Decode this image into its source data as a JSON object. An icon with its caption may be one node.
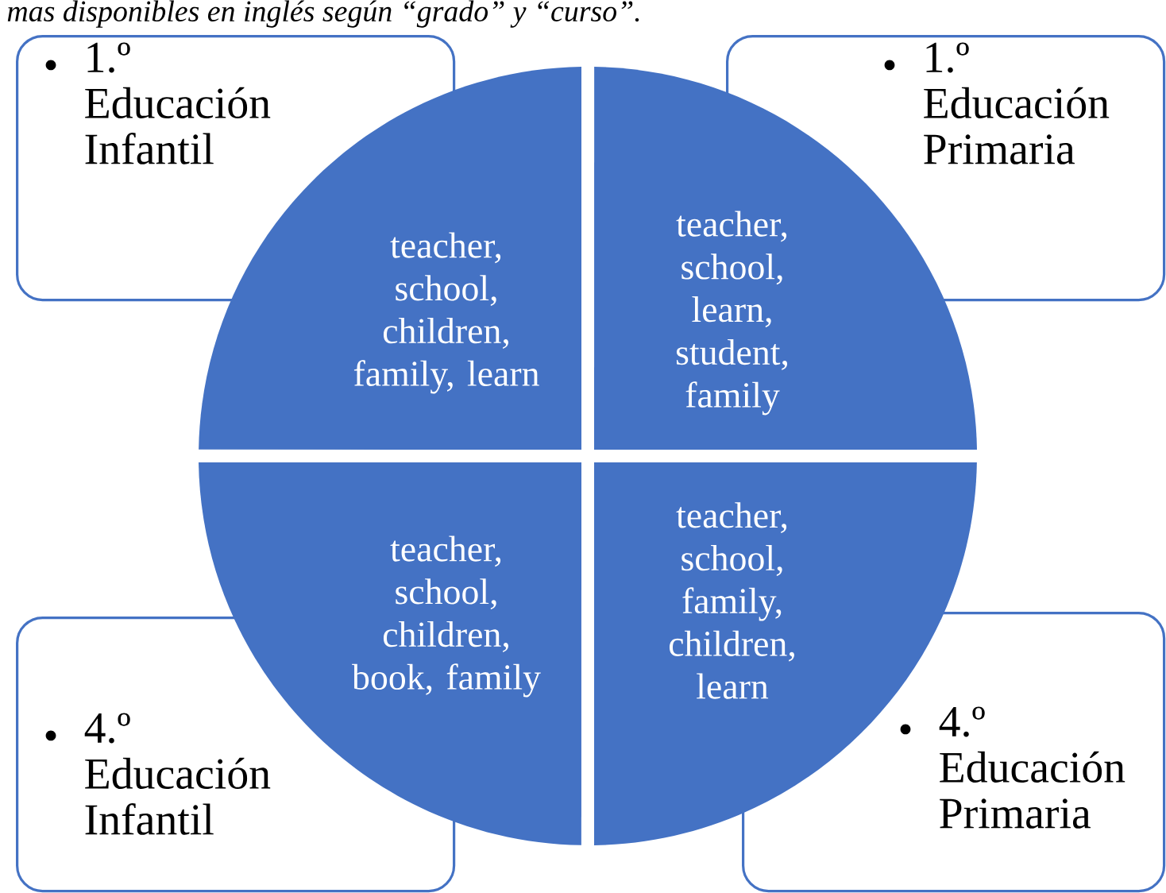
{
  "diagram": {
    "nodes": [
      {
        "text": [
          "1.º Educación Infantil"
        ]
      },
      {
        "text": [
          "1.º Educación Primaria"
        ]
      },
      {
        "text": [
          "4.º Educación Infantil"
        ]
      },
      {
        "text": [
          "4.º Educación Primaria"
        ]
      },
      {
        "text": [
          "teacher, school, children, family, learn"
        ]
      },
      {
        "text": [
          "teacher, school, learn, student, family"
        ]
      },
      {
        "text": [
          "teacher, school, children, book, family"
        ]
      },
      {
        "text": [
          "teacher, school, family, children, learn"
        ]
      }
    ],
    "labels": [
      "mas disponibles en inglés según “grado” y “curso”."
    ]
  }
}
